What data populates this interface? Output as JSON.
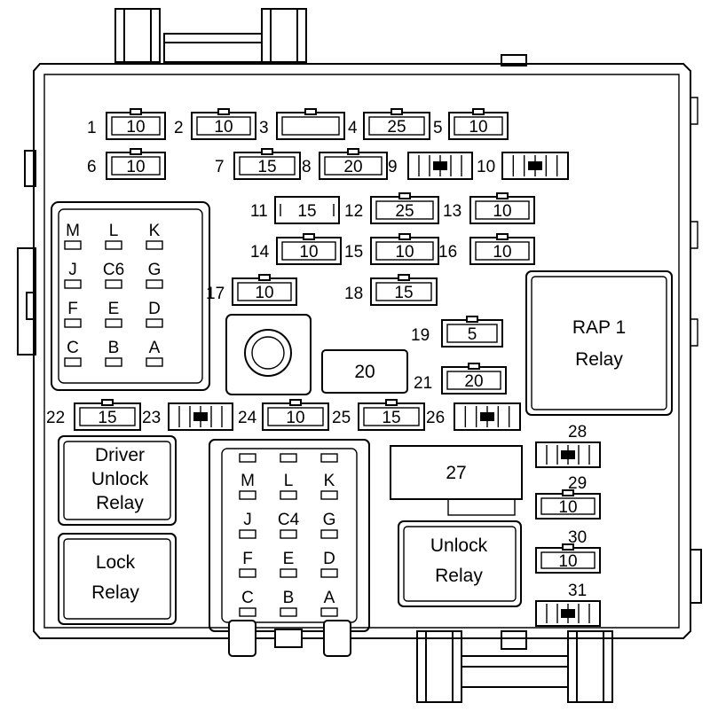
{
  "fuses": [
    {
      "n": "1",
      "amps": "10"
    },
    {
      "n": "2",
      "amps": "10"
    },
    {
      "n": "3",
      "amps": ""
    },
    {
      "n": "4",
      "amps": "25"
    },
    {
      "n": "5",
      "amps": "10"
    },
    {
      "n": "6",
      "amps": "10"
    },
    {
      "n": "7",
      "amps": "15"
    },
    {
      "n": "8",
      "amps": "20"
    },
    {
      "n": "9",
      "amps": ""
    },
    {
      "n": "10",
      "amps": ""
    },
    {
      "n": "11",
      "amps": "15"
    },
    {
      "n": "12",
      "amps": "25"
    },
    {
      "n": "13",
      "amps": "10"
    },
    {
      "n": "14",
      "amps": "10"
    },
    {
      "n": "15",
      "amps": "10"
    },
    {
      "n": "16",
      "amps": "10"
    },
    {
      "n": "17",
      "amps": "10"
    },
    {
      "n": "18",
      "amps": "15"
    },
    {
      "n": "19",
      "amps": "5"
    },
    {
      "n": "20",
      "amps": "20"
    },
    {
      "n": "21",
      "amps": "20"
    },
    {
      "n": "22",
      "amps": "15"
    },
    {
      "n": "23",
      "amps": ""
    },
    {
      "n": "24",
      "amps": "10"
    },
    {
      "n": "25",
      "amps": "15"
    },
    {
      "n": "26",
      "amps": ""
    },
    {
      "n": "27",
      "amps": "27"
    },
    {
      "n": "28",
      "amps": ""
    },
    {
      "n": "29",
      "amps": "10"
    },
    {
      "n": "30",
      "amps": "10"
    },
    {
      "n": "31",
      "amps": ""
    }
  ],
  "connectors": {
    "c6": {
      "name": "C6",
      "rows": [
        [
          "M",
          "L",
          "K"
        ],
        [
          "J",
          "",
          "G"
        ],
        [
          "F",
          "E",
          "D"
        ],
        [
          "C",
          "B",
          "A"
        ]
      ]
    },
    "c4": {
      "name": "C4",
      "rows": [
        [
          "M",
          "L",
          "K"
        ],
        [
          "J",
          "",
          "G"
        ],
        [
          "F",
          "E",
          "D"
        ],
        [
          "C",
          "B",
          "A"
        ]
      ]
    }
  },
  "relays": {
    "rap1": [
      "RAP 1",
      "Relay"
    ],
    "driver_unlock": [
      "Driver",
      "Unlock",
      "Relay"
    ],
    "lock": [
      "Lock",
      "Relay"
    ],
    "unlock": [
      "Unlock",
      "Relay"
    ]
  }
}
